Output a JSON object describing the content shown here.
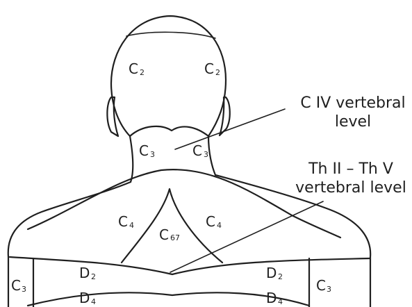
{
  "segments": {
    "head_left": {
      "letter": "C",
      "sub": "2"
    },
    "head_right": {
      "letter": "C",
      "sub": "2"
    },
    "neck_left": {
      "letter": "C",
      "sub": "3"
    },
    "neck_right": {
      "letter": "C",
      "sub": "3"
    },
    "shoulder_left": {
      "letter": "C",
      "sub": "4"
    },
    "shoulder_right": {
      "letter": "C",
      "sub": "4"
    },
    "upper_back": {
      "letter": "C",
      "sub": "67"
    },
    "back_left_d2": {
      "letter": "D",
      "sub": "2"
    },
    "back_right_d2": {
      "letter": "D",
      "sub": "2"
    },
    "back_left_d4": {
      "letter": "D",
      "sub": "4"
    },
    "back_right_d4": {
      "letter": "D",
      "sub": "4"
    },
    "arm_left": {
      "letter": "C",
      "sub": "3"
    },
    "arm_right": {
      "letter": "C",
      "sub": "3"
    }
  },
  "annotations": {
    "c4": {
      "line1": "C IV vertebral",
      "line2": "level"
    },
    "th": {
      "line1": "Th II – Th V",
      "line2": "vertebral level"
    }
  }
}
